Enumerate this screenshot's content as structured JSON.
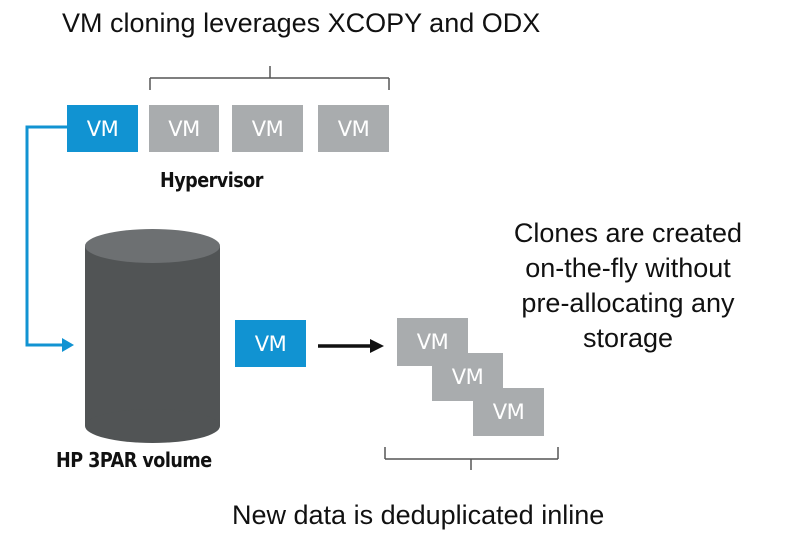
{
  "diagram": {
    "title": "VM cloning leverages XCOPY and ODX",
    "hypervisor_label": "Hypervisor",
    "volume_label": "HP 3PAR volume",
    "clones_note_lines": [
      "Clones are created",
      "on-the-fly without",
      "pre-allocating any",
      "storage"
    ],
    "footer": "New data is deduplicated inline",
    "vm_label": "VM",
    "colors": {
      "blue": "#1193d2",
      "gray": "#a9acae",
      "cylinder": "#515455",
      "cylinder_top": "#6d7072",
      "bracket": "#555555",
      "arrow": "#111111"
    }
  }
}
